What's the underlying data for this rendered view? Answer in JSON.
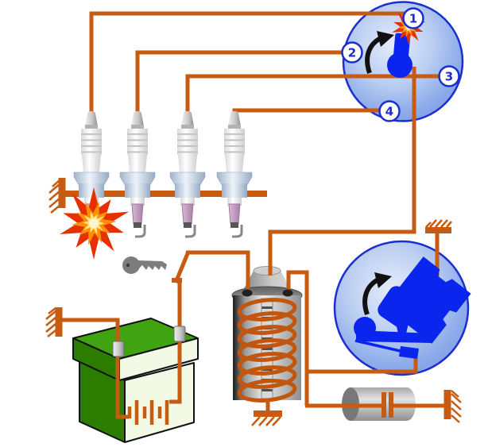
{
  "diagram": {
    "background": "#ffffff",
    "distributor": {
      "terminal_labels": [
        "1",
        "2",
        "3",
        "4"
      ]
    },
    "palette": {
      "wire_orange": "#c75b11",
      "component_blue": "#0a25ee",
      "dial_border_blue": "#1b2fd0",
      "label_text_blue": "#1b2fd0",
      "arrow_black": "#111111",
      "battery_top_green": "#3fa312",
      "battery_side_green": "#2c7c00",
      "battery_face_pale": "#f2fae6",
      "spark_red": "#e63000",
      "spark_orange": "#ff9000",
      "spark_core": "#ffe68a",
      "plug_shell_steel": "#b7c7dc",
      "electrode_plum": "#c49ec0",
      "metal_gray": "#bfbfbf"
    }
  }
}
